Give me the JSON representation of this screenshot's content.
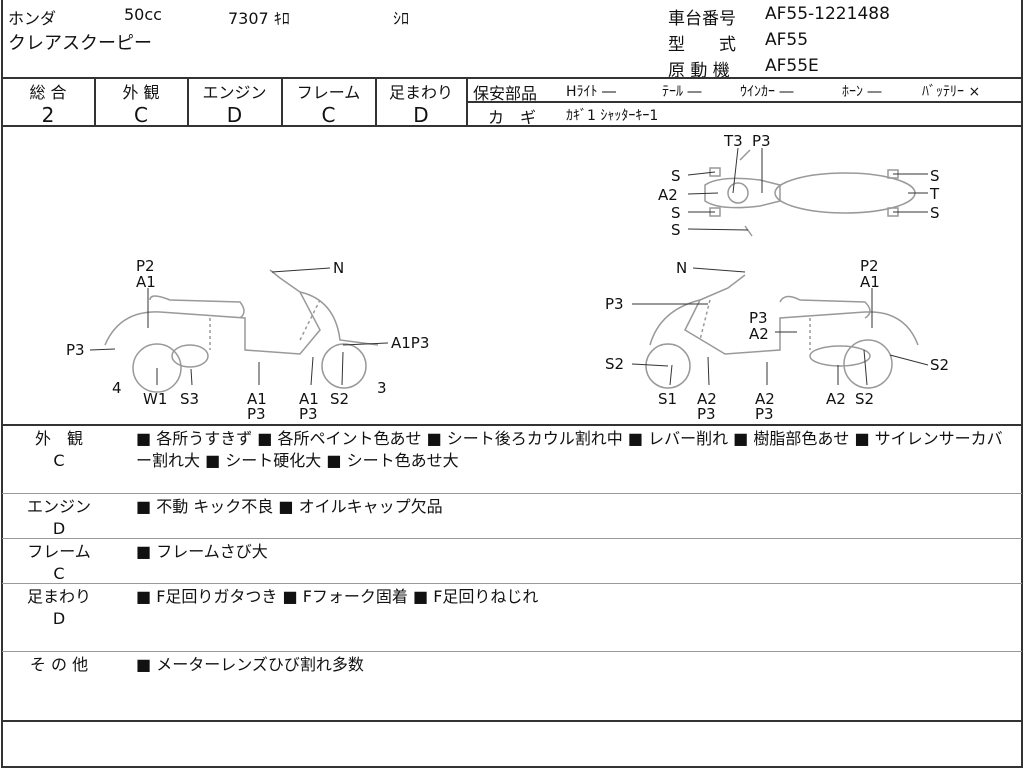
{
  "header": {
    "maker": "ホンダ",
    "displacement": "50cc",
    "mileage": "7307 ｷﾛ",
    "color": "ｼﾛ",
    "model_name": "クレアスクーピー",
    "chassis_label": "車台番号",
    "chassis_value": "AF55-1221488",
    "type_label": "型　　式",
    "type_value": "AF55",
    "engine_label": "原 動 機",
    "engine_value": "AF55E"
  },
  "grades": [
    {
      "label": "総 合",
      "value": "2"
    },
    {
      "label": "外 観",
      "value": "C"
    },
    {
      "label": "エンジン",
      "value": "D"
    },
    {
      "label": "フレーム",
      "value": "C"
    },
    {
      "label": "足まわり",
      "value": "D"
    }
  ],
  "safety": {
    "label": "保安部品",
    "items": [
      "Hﾗｲﾄ ―",
      "ﾃｰﾙ ―",
      "ｳｲﾝｶｰ ―",
      "ﾎｰﾝ ―",
      "ﾊﾞｯﾃﾘｰ ×"
    ],
    "key_label": "カ　ギ",
    "key_value": "ｶｷﾞ1 ｼｬｯﾀｰｷｰ1"
  },
  "diagram": {
    "labels": [
      "T3",
      "P3",
      "S",
      "A2",
      "S",
      "S",
      "S",
      "T",
      "S",
      "P2",
      "A1",
      "N",
      "P3",
      "A1P3",
      "4",
      "W1",
      "S3",
      "A1",
      "P3",
      "A1",
      "P3",
      "S2",
      "3",
      "N",
      "P2",
      "A1",
      "P3",
      "P3",
      "A2",
      "S2",
      "S2",
      "S1",
      "A2",
      "P3",
      "A2",
      "P3",
      "A2",
      "S2"
    ]
  },
  "sections": [
    {
      "label": "外　観",
      "grade": "C",
      "text": "■ 各所うすきず ■ 各所ペイント色あせ ■ シート後ろカウル割れ中 ■ レバー削れ ■ 樹脂部色あせ ■ サイレンサーカバー割れ大 ■ シート硬化大 ■ シート色あせ大"
    },
    {
      "label": "エンジン",
      "grade": "D",
      "text": "■ 不動 キック不良 ■ オイルキャップ欠品"
    },
    {
      "label": "フレーム",
      "grade": "C",
      "text": "■ フレームさび大"
    },
    {
      "label": "足まわり",
      "grade": "D",
      "text": "■ F足回りガタつき ■ Fフォーク固着 ■ F足回りねじれ"
    },
    {
      "label": "そ の 他",
      "grade": "",
      "text": "■ メーターレンズひび割れ多数"
    }
  ]
}
